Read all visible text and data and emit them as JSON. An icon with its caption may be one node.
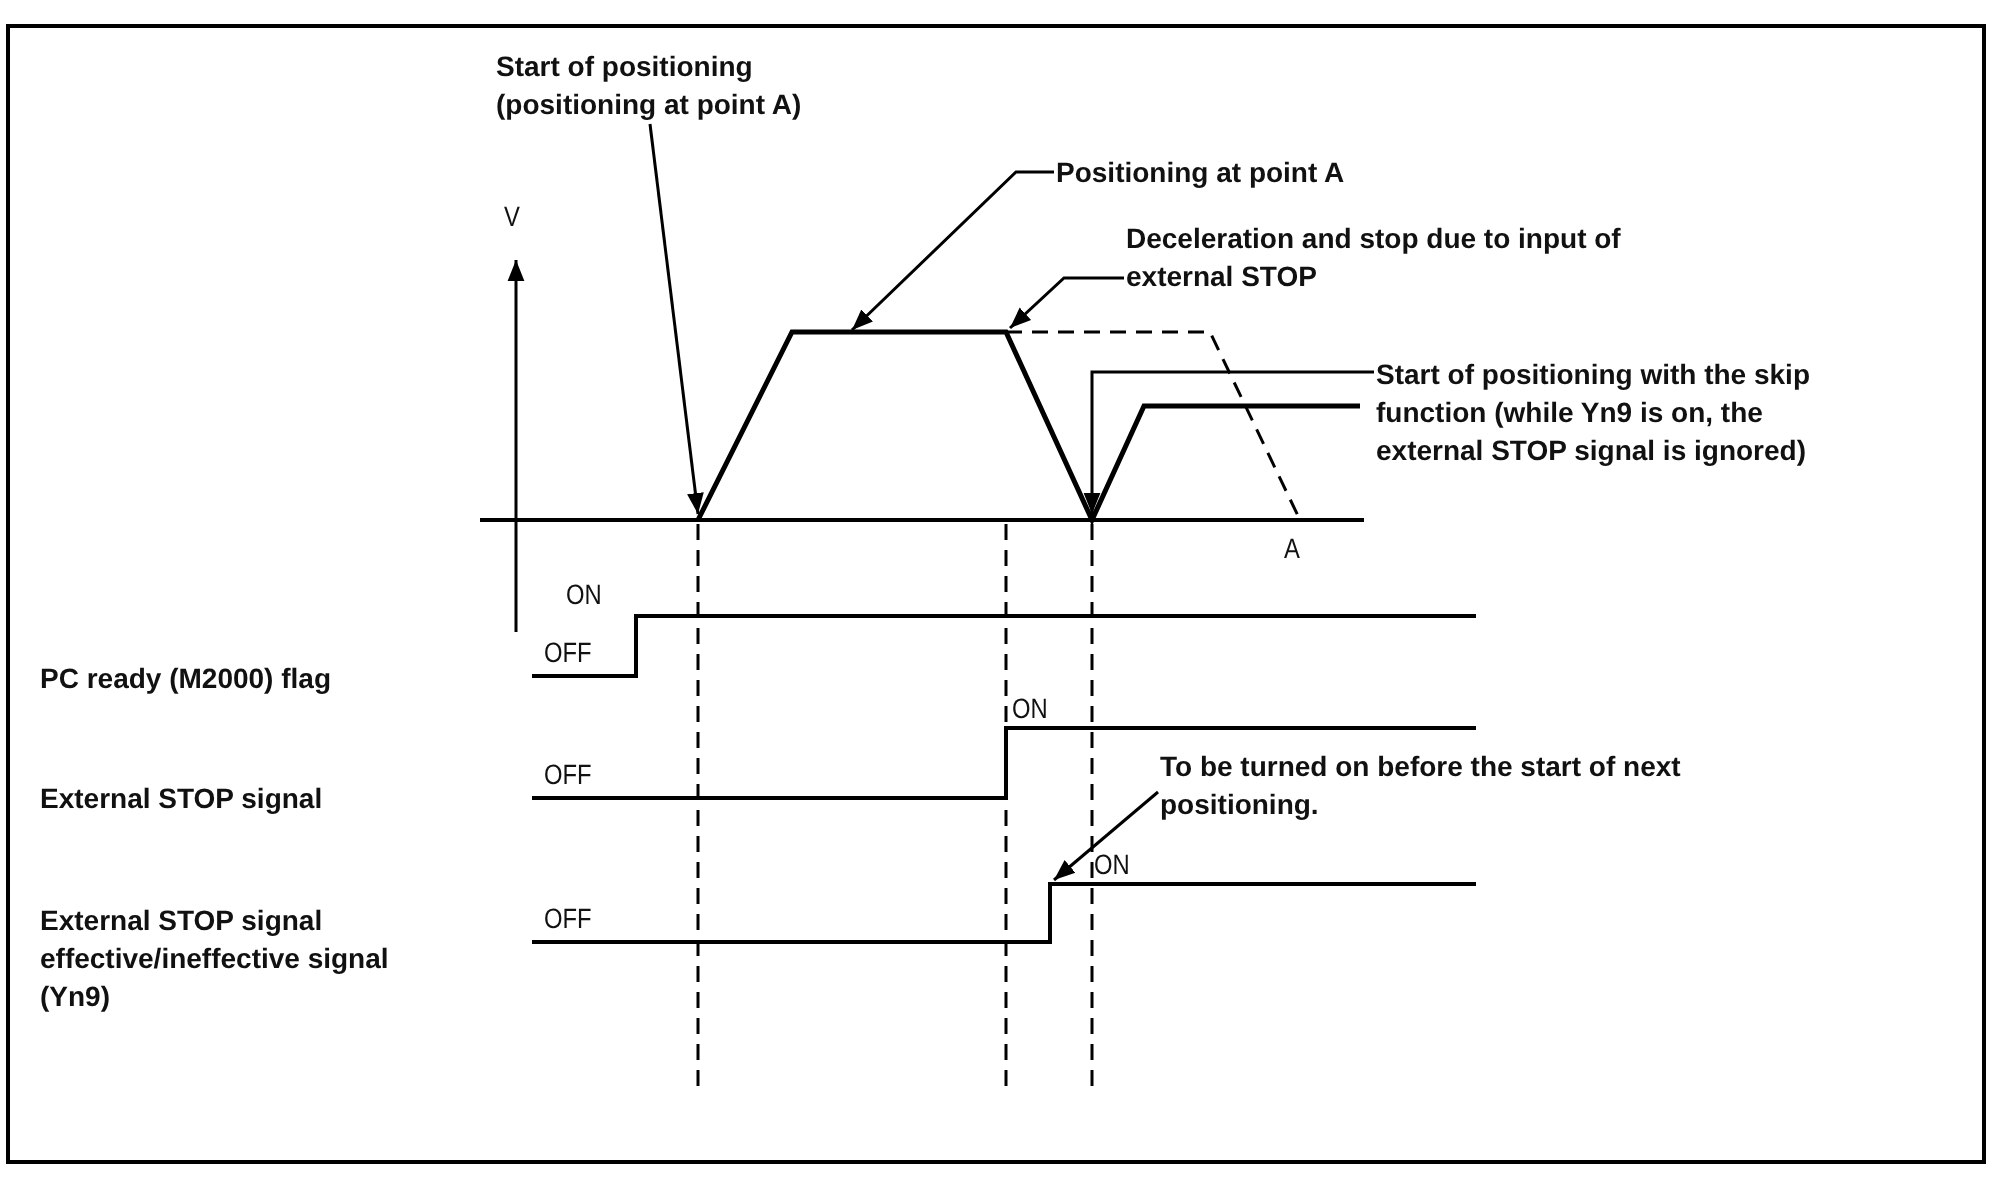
{
  "diagram": {
    "nodes": [
      {
        "text": [
          "Start of positioning (positioning at point A)"
        ]
      },
      {
        "text": [
          "Positioning at point A"
        ]
      },
      {
        "text": [
          "Deceleration and stop due to input of external STOP"
        ]
      },
      {
        "text": [
          "Start of positioning with the skip function (while Yn9 is on, the external STOP signal is ignored)"
        ]
      },
      {
        "text": [
          "To be turned on before the start of next positioning."
        ]
      },
      {
        "text": [],
        "shape": "line"
      },
      {
        "text": [],
        "shape": "line"
      }
    ],
    "edges": [
      {
        "from": 0,
        "to": 5,
        "arrow": "to"
      },
      {
        "from": 1,
        "to": 5,
        "arrow": "to"
      },
      {
        "from": 2,
        "to": 5,
        "arrow": "to"
      },
      {
        "from": 3,
        "to": 5,
        "arrow": "to"
      },
      {
        "from": 4,
        "to": 6,
        "arrow": "to"
      }
    ],
    "labels": [
      "V",
      "A",
      "ON",
      "PC ready (M2000) flag",
      "OFF",
      "ON",
      "External STOP signal",
      "OFF",
      "ON",
      "External STOP signal effective/ineffective signal (Yn9)",
      "OFF"
    ]
  }
}
